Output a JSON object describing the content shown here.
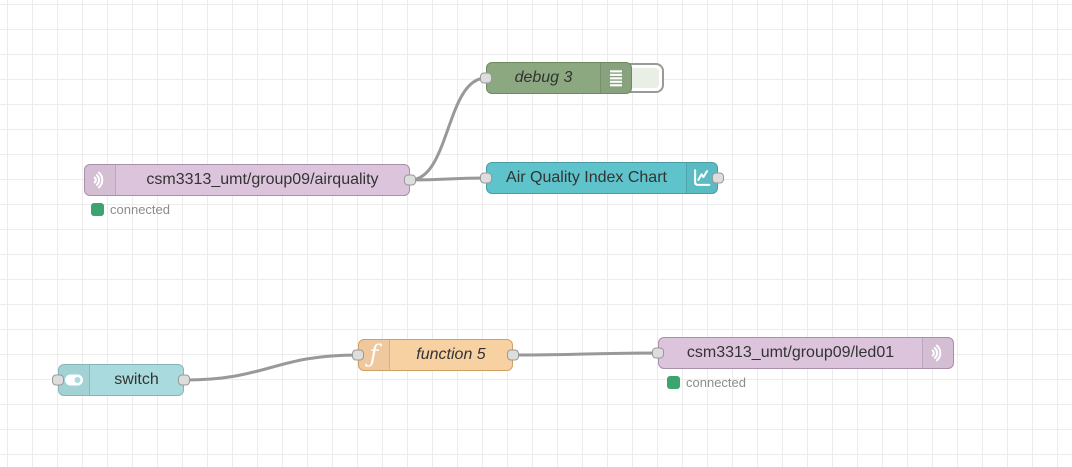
{
  "canvas": {
    "background": "#ffffff",
    "grid_color": "#ececec",
    "wire_color": "#999999"
  },
  "nodes": [
    {
      "label": "csm3313_umt/group09/airquality",
      "type": "mqtt in",
      "color": "#dcc5dc",
      "border_color": "#a98fa9",
      "icon": "broadcast-icon",
      "status": {
        "text": "connected",
        "color": "#3ea46f"
      }
    },
    {
      "label": "debug 3",
      "type": "debug",
      "color": "#8ca881",
      "border_color": "#6d8a63",
      "icon": "debug-messages-icon"
    },
    {
      "label": "Air Quality Index Chart",
      "type": "ui_chart",
      "color": "#5ec3ca",
      "border_color": "#499ea5",
      "icon": "line-chart-icon"
    },
    {
      "label": "switch",
      "type": "ui_switch",
      "color": "#a9dadd",
      "border_color": "#85b5b8",
      "icon": "toggle-icon"
    },
    {
      "label": "function 5",
      "type": "function",
      "color": "#f8d1a3",
      "border_color": "#cfa063",
      "icon": "function-icon"
    },
    {
      "label": "csm3313_umt/group09/led01",
      "type": "mqtt out",
      "color": "#dcc5dc",
      "border_color": "#a98fa9",
      "icon": "broadcast-icon",
      "status": {
        "text": "connected",
        "color": "#3ea46f"
      }
    }
  ],
  "wires": [
    {
      "from": "csm3313_umt/group09/airquality",
      "to": "debug 3"
    },
    {
      "from": "csm3313_umt/group09/airquality",
      "to": "Air Quality Index Chart"
    },
    {
      "from": "switch",
      "to": "function 5"
    },
    {
      "from": "function 5",
      "to": "csm3313_umt/group09/led01"
    }
  ]
}
